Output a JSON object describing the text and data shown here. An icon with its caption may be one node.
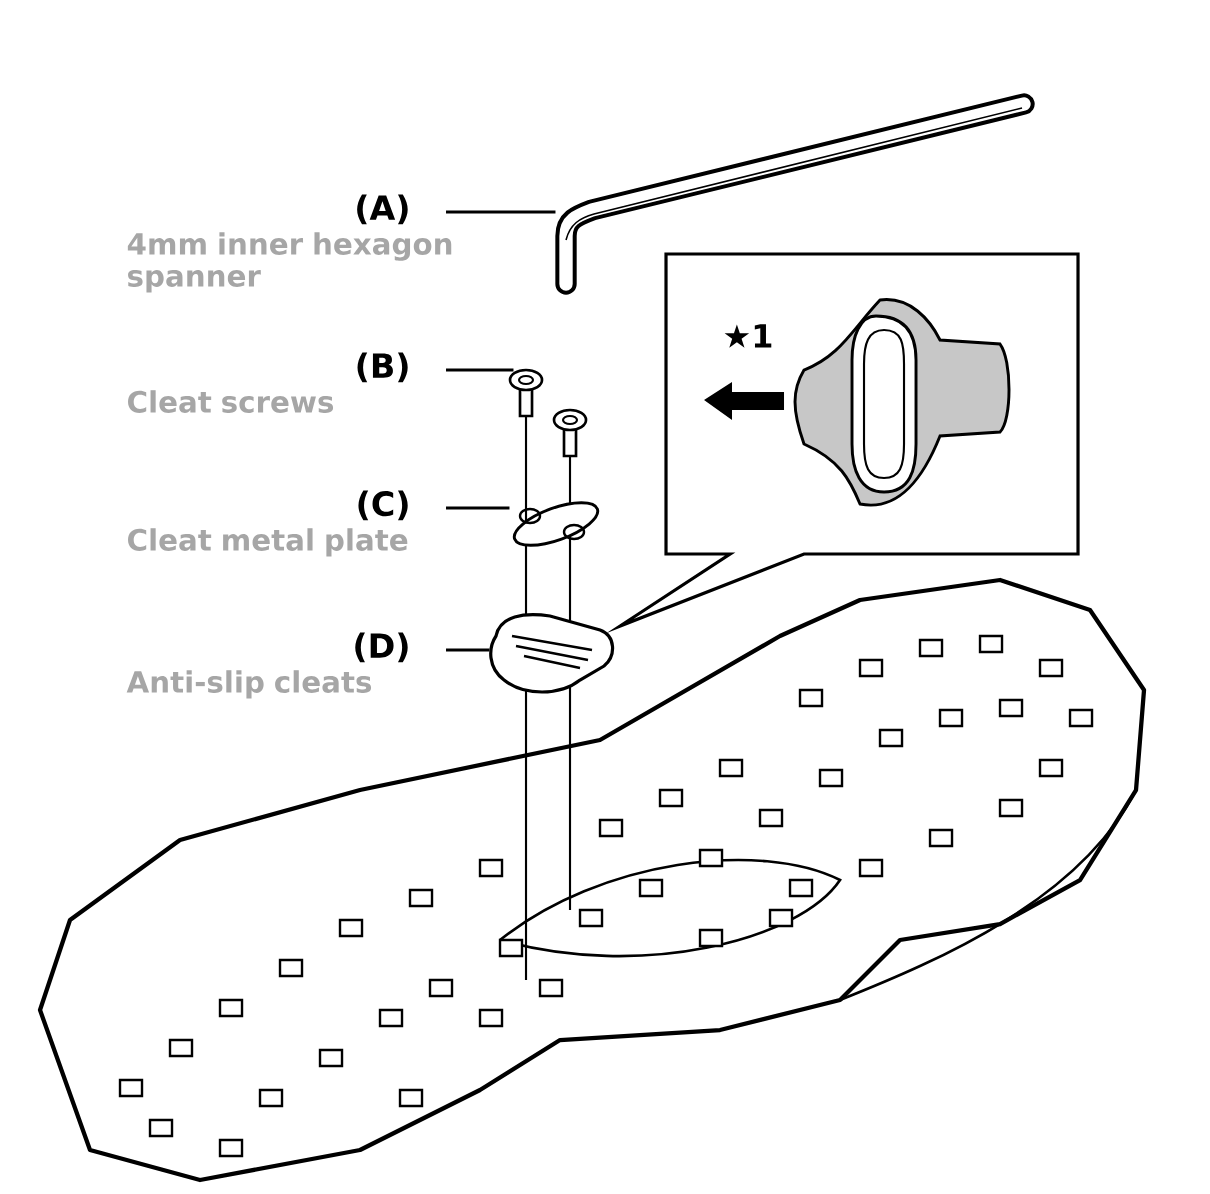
{
  "diagram": {
    "nodes": [
      {
        "text": [
          "(A)",
          "4mm inner hexagon spanner"
        ]
      },
      {
        "text": [],
        "shape": "picture"
      },
      {
        "text": [
          "(B)",
          "Cleat screws"
        ]
      },
      {
        "text": [],
        "shape": "picture"
      },
      {
        "text": [
          "(C)",
          "Cleat metal plate"
        ]
      },
      {
        "text": [],
        "shape": "picture"
      },
      {
        "text": [
          "(D)",
          "Anti-slip cleats"
        ]
      },
      {
        "text": [],
        "shape": "picture"
      },
      {
        "text": [
          "★1"
        ]
      }
    ],
    "edges": [
      {
        "from": 0,
        "to": 1,
        "arrow": "none"
      },
      {
        "from": 2,
        "to": 3,
        "arrow": "none"
      },
      {
        "from": 4,
        "to": 5,
        "arrow": "none"
      },
      {
        "from": 6,
        "to": 7,
        "arrow": "none"
      }
    ]
  }
}
